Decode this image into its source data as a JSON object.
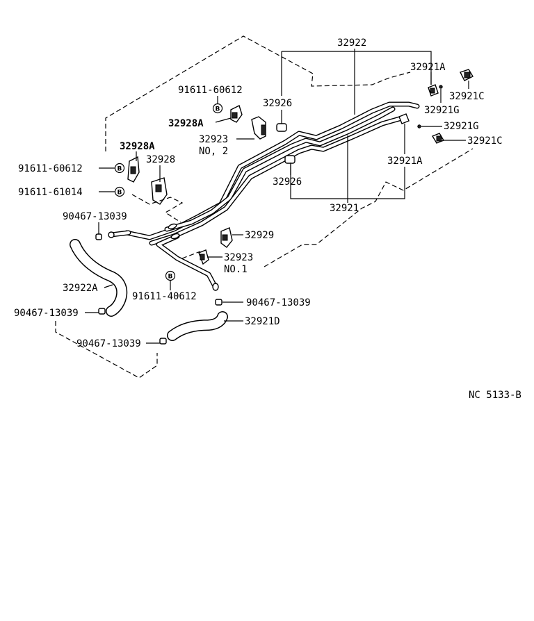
{
  "diagram": {
    "labels": {
      "l32922": "32922",
      "l32921A_top": "32921A",
      "l32921C_top": "32921C",
      "l32921G_top": "32921G",
      "l32921G_mid": "32921G",
      "l32921C_mid": "32921C",
      "l32921A_mid": "32921A",
      "l91611_60612_top": "91611-60612",
      "l32926_top": "32926",
      "l32928A_mid": "32928A",
      "l32923_no2": "32923",
      "l_no2": "NO, 2",
      "l32928A_left": "32928A",
      "l32928": "32928",
      "l91611_60612_left": "91611-60612",
      "l91611_61014": "91611-61014",
      "l32926_low": "32926",
      "l32921": "32921",
      "l90467_13039_a": "90467-13039",
      "l32929": "32929",
      "l32923_no1": "32923",
      "l_no1": "NO.1",
      "l32922A": "32922A",
      "l91611_40612": "91611-40612",
      "l90467_13039_b": "90467-13039",
      "l90467_13039_c": "90467-13039",
      "l32921D": "32921D",
      "l90467_13039_d": "90467-13039",
      "code": "NC 5133-B"
    },
    "bolt_marker": "B"
  }
}
